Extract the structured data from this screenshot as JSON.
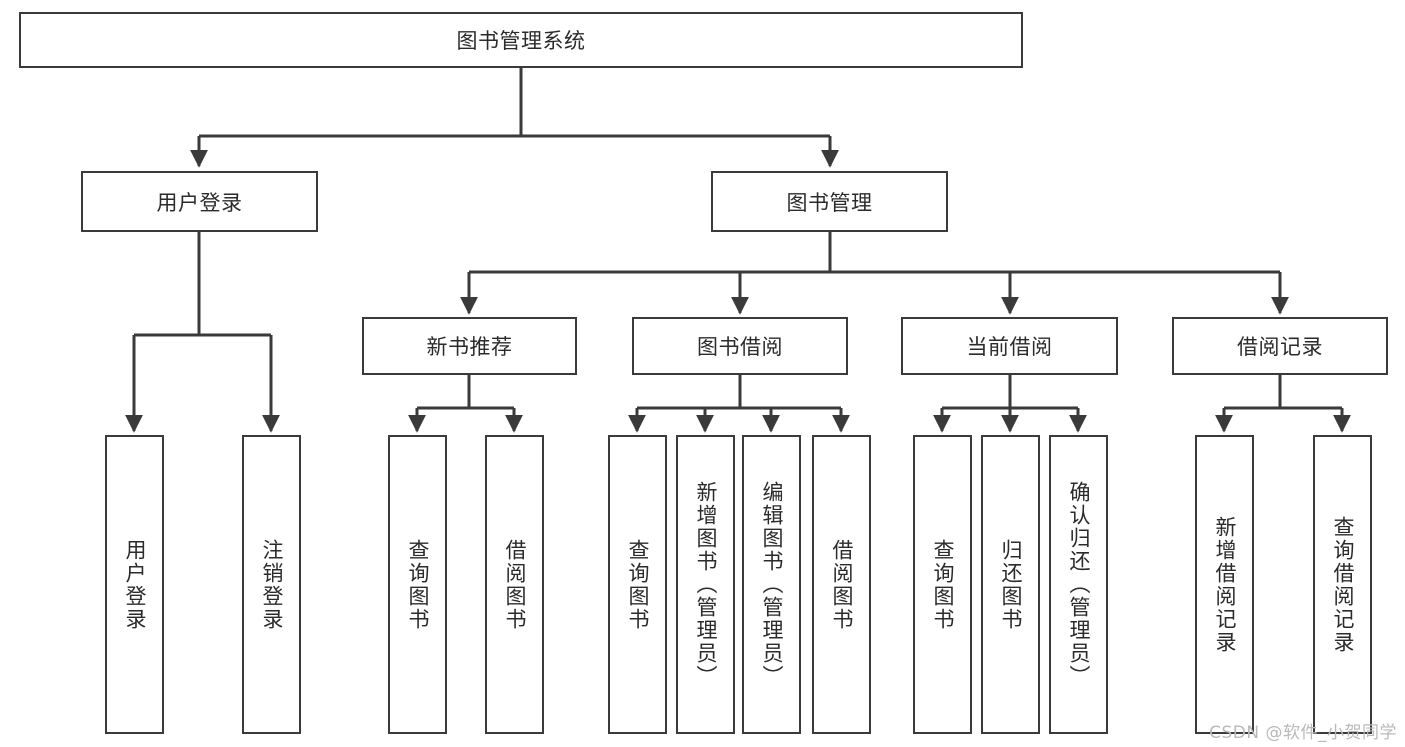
{
  "diagram": {
    "type": "tree-hierarchy",
    "title": "图书管理系统",
    "watermark": "CSDN @软件_小贺同学",
    "colors": {
      "box_stroke": "#3a3a3a",
      "box_fill": "#ffffff",
      "text": "#2b2b2b",
      "connector": "#3a3a3a",
      "watermark": "#b9b9b9",
      "background": "#ffffff"
    },
    "root": {
      "label": "图书管理系统"
    },
    "level2": [
      {
        "id": "user-login",
        "label": "用户登录"
      },
      {
        "id": "book-management",
        "label": "图书管理"
      }
    ],
    "level3": [
      {
        "id": "new-book-recommend",
        "label": "新书推荐",
        "parent": "book-management"
      },
      {
        "id": "book-borrow",
        "label": "图书借阅",
        "parent": "book-management"
      },
      {
        "id": "current-borrow",
        "label": "当前借阅",
        "parent": "book-management"
      },
      {
        "id": "borrow-record",
        "label": "借阅记录",
        "parent": "book-management"
      }
    ],
    "leaves": [
      {
        "id": "leaf-user-login",
        "label": "用户登录",
        "parent": "user-login"
      },
      {
        "id": "leaf-logout-login",
        "label": "注销登录",
        "parent": "user-login"
      },
      {
        "id": "leaf-query-book-1",
        "label": "查询图书",
        "parent": "new-book-recommend"
      },
      {
        "id": "leaf-borrow-book-1",
        "label": "借阅图书",
        "parent": "new-book-recommend"
      },
      {
        "id": "leaf-query-book-2",
        "label": "查询图书",
        "parent": "book-borrow"
      },
      {
        "id": "leaf-add-book-admin",
        "label": "新增图书（管理员）",
        "parent": "book-borrow"
      },
      {
        "id": "leaf-edit-book-admin",
        "label": "编辑图书（管理员）",
        "parent": "book-borrow"
      },
      {
        "id": "leaf-borrow-book-2",
        "label": "借阅图书",
        "parent": "book-borrow"
      },
      {
        "id": "leaf-query-book-3",
        "label": "查询图书",
        "parent": "current-borrow"
      },
      {
        "id": "leaf-return-book",
        "label": "归还图书",
        "parent": "current-borrow"
      },
      {
        "id": "leaf-confirm-return-admin",
        "label": "确认归还（管理员）",
        "parent": "current-borrow"
      },
      {
        "id": "leaf-add-borrow-record",
        "label": "新增借阅记录",
        "parent": "borrow-record"
      },
      {
        "id": "leaf-query-borrow-record",
        "label": "查询借阅记录",
        "parent": "borrow-record"
      }
    ]
  }
}
